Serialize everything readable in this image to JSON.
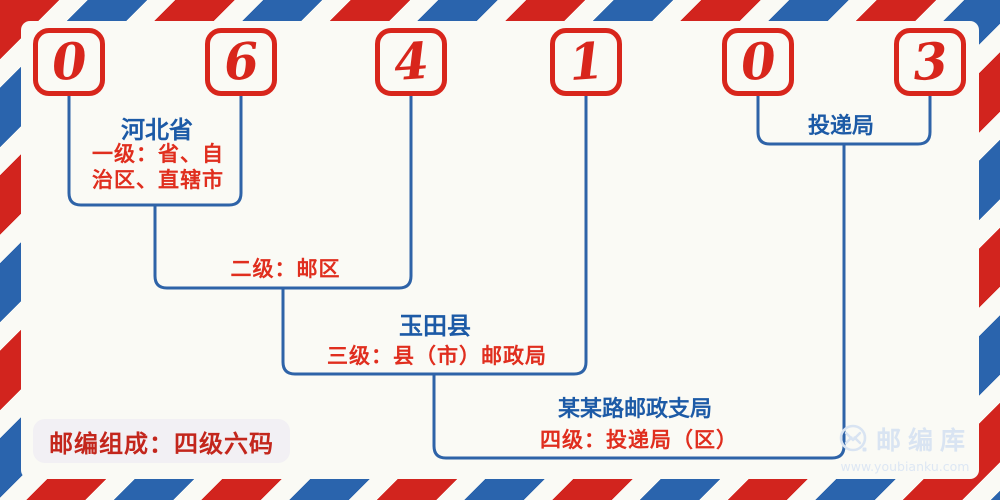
{
  "code": {
    "digits": [
      "0",
      "6",
      "4",
      "1",
      "0",
      "3"
    ]
  },
  "annotations": {
    "level1": {
      "name": "河北省",
      "label": "一级：省、自治区、直辖市"
    },
    "level2": {
      "label": "二级：邮区"
    },
    "level3": {
      "name": "玉田县",
      "label": "三级：县（市）邮政局"
    },
    "level4": {
      "name": "某某路邮政支局",
      "label": "四级：投递局（区）"
    },
    "delivery": {
      "name": "投递局"
    }
  },
  "badge": {
    "text": "邮编组成：四级六码"
  },
  "brand": {
    "name": "邮编库",
    "url": "www.youbianku.com",
    "icon": "envelope-circle-icon"
  },
  "colors": {
    "stripe_red": "#d2241e",
    "stripe_blue": "#2a64ad",
    "digit_red": "#d8261c",
    "connector_blue": "#2e63a8",
    "name_blue": "#1c5aa6",
    "label_red": "#e02e1e",
    "badge_bg": "#f2f0f4",
    "badge_text": "#c3261c",
    "watermark": "#d9e4f2",
    "background": "#fafaf5"
  }
}
